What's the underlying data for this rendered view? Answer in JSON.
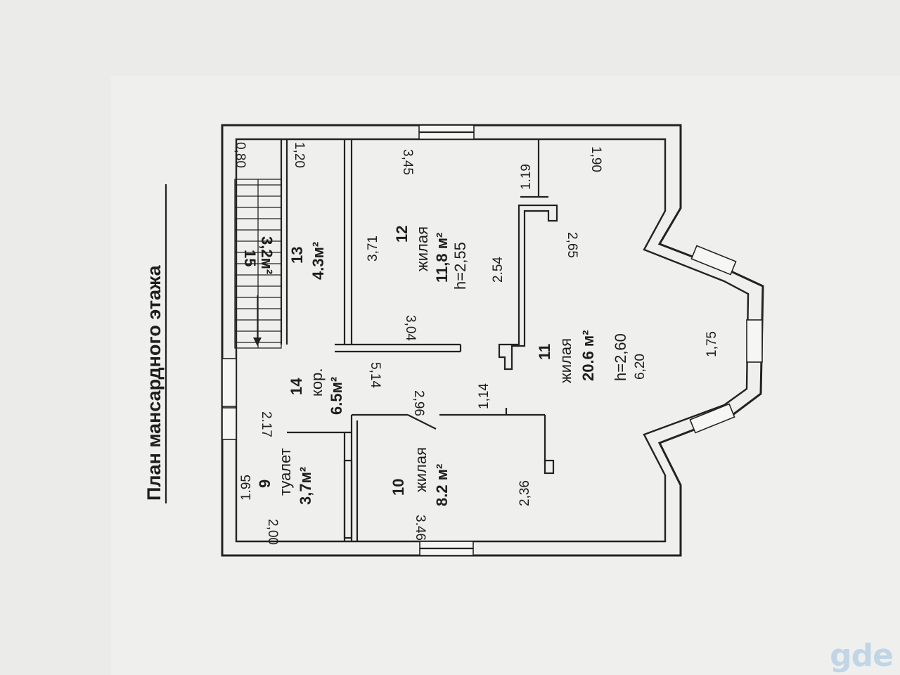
{
  "title": "План мансардного этажа",
  "rooms": [
    {
      "id": "r15",
      "number": "15",
      "area": "3,2м²"
    },
    {
      "id": "r13",
      "number": "13",
      "area": "4.3м²"
    },
    {
      "id": "r12",
      "number": "12",
      "name": "жилая",
      "area": "11,8 м²",
      "height": "h=2,55"
    },
    {
      "id": "r11",
      "number": "11",
      "name": "жилая",
      "area": "20.6 м²",
      "height": "h=2,60"
    },
    {
      "id": "r14",
      "number": "14",
      "name": "кор.",
      "area": "6.5м²"
    },
    {
      "id": "r10",
      "number": "10",
      "name": "жилая",
      "area": "8.2 м²"
    },
    {
      "id": "r9",
      "number": "9",
      "name": "туалет",
      "area": "3,7м²"
    }
  ],
  "dimensions": [
    "0,80",
    "1,20",
    "3,45",
    "1.19",
    "1,90",
    "3,71",
    "2,65",
    "2.54",
    "3,04",
    "1,75",
    "6,20",
    "5,14",
    "1,14",
    "2,96",
    "2.17",
    "1.95",
    "2,00",
    "2,36",
    "3.46"
  ],
  "watermark": "gde"
}
